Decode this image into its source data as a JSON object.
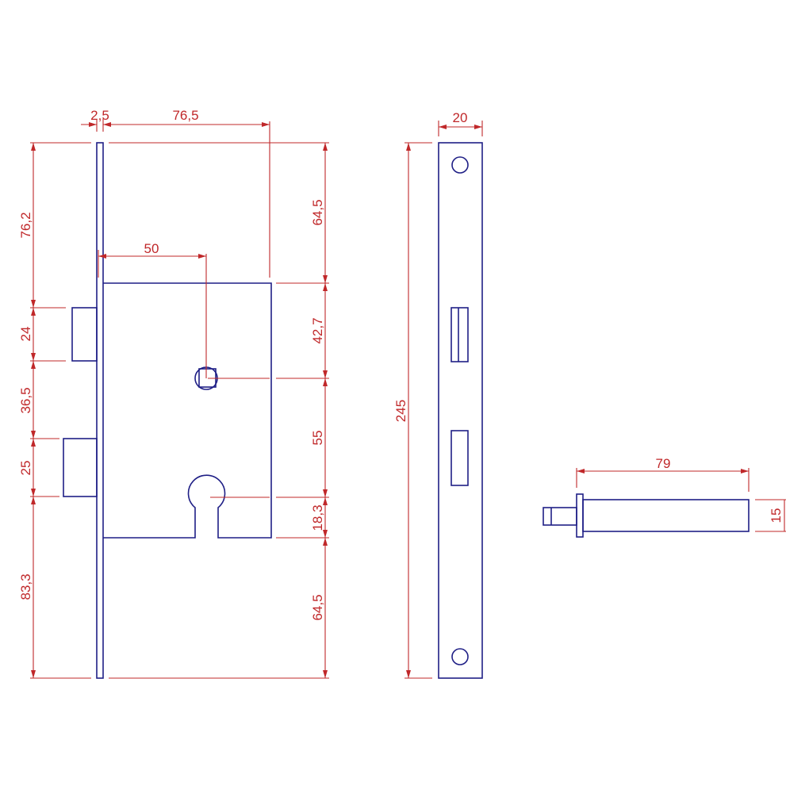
{
  "front_view": {
    "faceplate_thickness": "2,5",
    "case_depth": "76,5",
    "backset": "50",
    "left_dims": [
      "76,2",
      "24",
      "36,5",
      "25",
      "83,3"
    ],
    "right_dims": [
      "64,5",
      "42,7",
      "55",
      "18,3",
      "64,5"
    ]
  },
  "side_view": {
    "width": "20",
    "height": "245"
  },
  "pin_view": {
    "length": "79",
    "diameter": "15"
  },
  "colors": {
    "outline": "#1f1f86",
    "dimension": "#c0282a"
  }
}
